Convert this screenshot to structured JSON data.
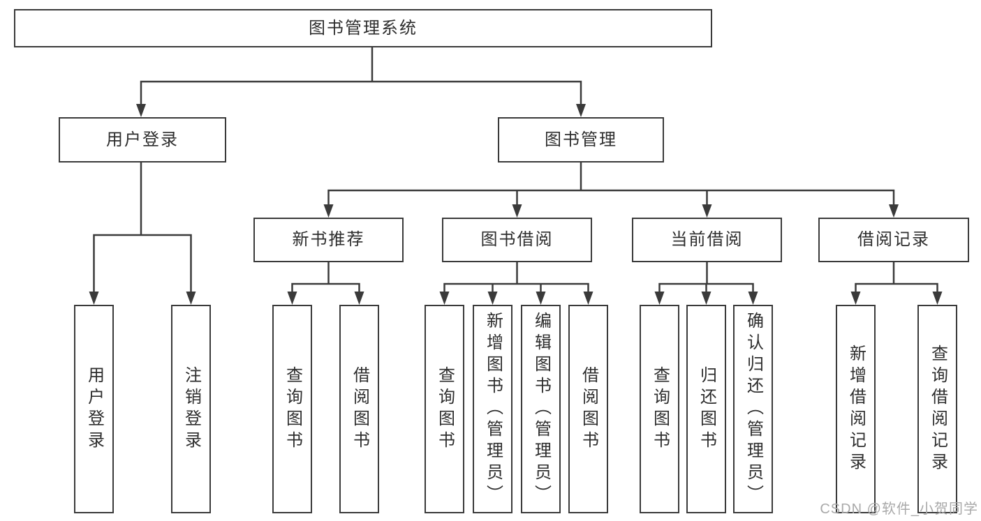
{
  "tree": {
    "root": {
      "label": "图书管理系统"
    },
    "children": [
      {
        "label": "用户登录",
        "children": [
          {
            "label": "用户登录"
          },
          {
            "label": "注销登录"
          }
        ]
      },
      {
        "label": "图书管理",
        "children": [
          {
            "label": "新书推荐",
            "children": [
              {
                "label": "查询图书"
              },
              {
                "label": "借阅图书"
              }
            ]
          },
          {
            "label": "图书借阅",
            "children": [
              {
                "label": "查询图书"
              },
              {
                "label": "新增图书（管理员）"
              },
              {
                "label": "编辑图书（管理员）"
              },
              {
                "label": "借阅图书"
              }
            ]
          },
          {
            "label": "当前借阅",
            "children": [
              {
                "label": "查询图书"
              },
              {
                "label": "归还图书"
              },
              {
                "label": "确认归还（管理员）"
              }
            ]
          },
          {
            "label": "借阅记录",
            "children": [
              {
                "label": "新增借阅记录"
              },
              {
                "label": "查询借阅记录"
              }
            ]
          }
        ]
      }
    ]
  },
  "watermark": {
    "text": "CSDN @软件_小贺同学"
  },
  "colors": {
    "line": "#3a3a3a",
    "text": "#2d2d2d",
    "bg": "#ffffff",
    "watermark": "#a9a9a9"
  }
}
